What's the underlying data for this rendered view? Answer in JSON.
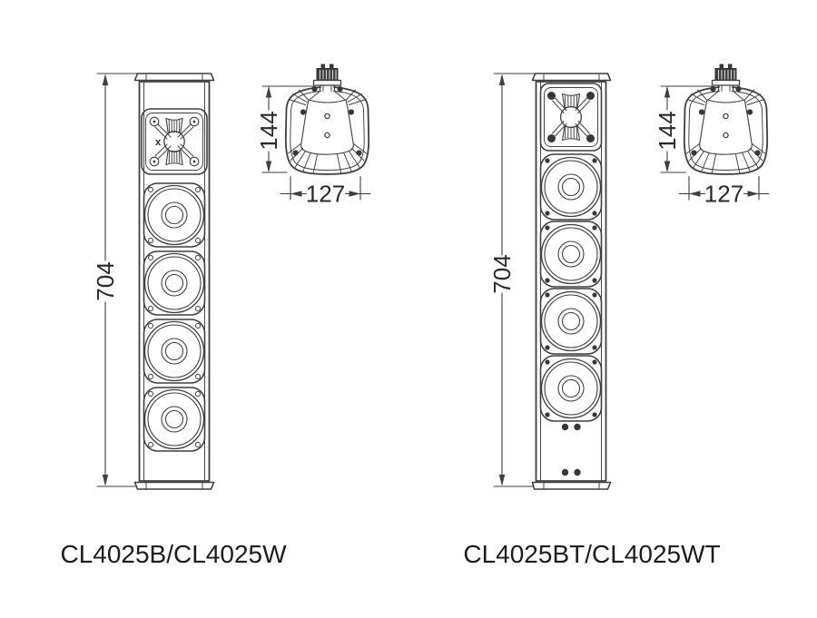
{
  "diagram": {
    "colors": {
      "line": "#3f3f3f",
      "text": "#1c1c1c",
      "background": "#ffffff"
    },
    "speakers": [
      {
        "label": "CL4025B/CL4025W",
        "front": {
          "height": "704"
        },
        "top": {
          "height": "144",
          "width": "127"
        },
        "tweeter_mark": "x"
      },
      {
        "label": "CL4025BT/CL4025WT",
        "front": {
          "height": "704"
        },
        "top": {
          "height": "144",
          "width": "127"
        }
      }
    ]
  }
}
